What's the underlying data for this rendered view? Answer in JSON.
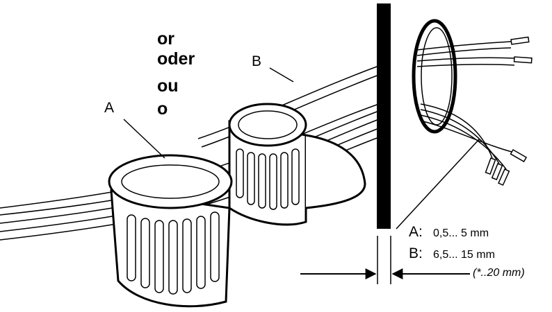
{
  "alternatives": [
    "or",
    "oder",
    "ou",
    "o"
  ],
  "callouts": {
    "a": "A",
    "b": "B"
  },
  "specs": [
    {
      "key": "A:",
      "value": "0,5... 5 mm"
    },
    {
      "key": "B:",
      "value": "6,5... 15 mm"
    }
  ],
  "note": "(*..20 mm)",
  "colors": {
    "ink": "#000000",
    "paper": "#ffffff"
  }
}
